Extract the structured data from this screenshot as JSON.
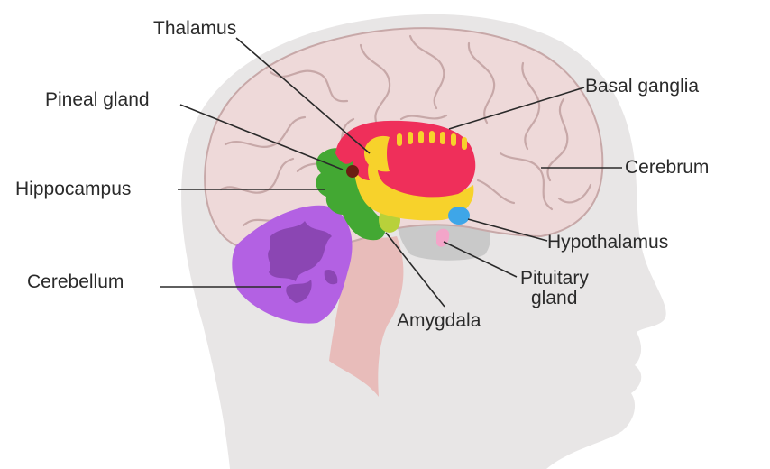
{
  "labels": {
    "thalamus": "Thalamus",
    "pineal_gland": "Pineal gland",
    "hippocampus": "Hippocampus",
    "cerebellum": "Cerebellum",
    "basal_ganglia": "Basal ganglia",
    "cerebrum": "Cerebrum",
    "hypothalamus": "Hypothalamus",
    "pituitary_line1": "Pituitary",
    "pituitary_line2": "gland",
    "amygdala": "Amygdala"
  },
  "colors": {
    "head": "#e8e6e6",
    "cerebrum": "#eed9d9",
    "cerebrum_outline": "#c7a8a8",
    "thalamus": "#ef2f5a",
    "basal_ganglia_dots": "#f7d22b",
    "yellow_band": "#f7d22b",
    "hippocampus": "#43a833",
    "cerebellum": "#b361e3",
    "cerebellum_pattern": "#8b46b3",
    "hypothalamus": "#3ea6e8",
    "pituitary": "#f3a5c9",
    "pineal": "#6b1d12",
    "amygdala": "#b8d13a",
    "brainstem": "#e8b7b5",
    "midbrain_gray": "#c9c9c9",
    "text": "#2a2a2a"
  }
}
